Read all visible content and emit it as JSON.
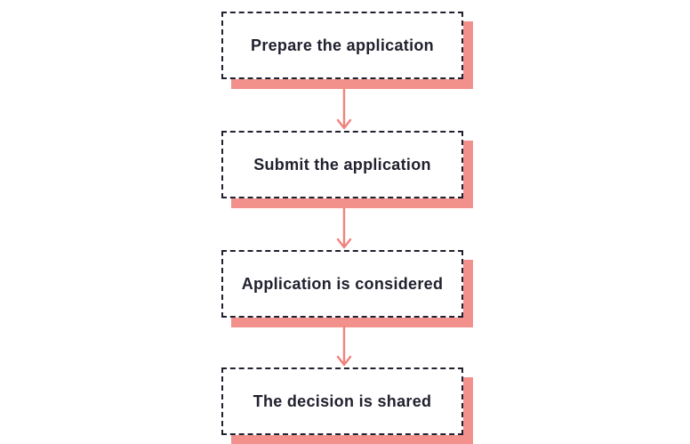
{
  "diagram": {
    "type": "flowchart",
    "orientation": "vertical",
    "steps": [
      {
        "label": "Prepare the application"
      },
      {
        "label": "Submit the application"
      },
      {
        "label": "Application is considered"
      },
      {
        "label": "The decision is shared"
      }
    ],
    "connectors": [
      {
        "from": 0,
        "to": 1,
        "style": "arrow-down"
      },
      {
        "from": 1,
        "to": 2,
        "style": "arrow-down"
      },
      {
        "from": 2,
        "to": 3,
        "style": "arrow-down"
      }
    ]
  },
  "colors": {
    "accent_pink": "#F2918B",
    "arrow_pink": "#F0837D",
    "ink": "#21212F",
    "paper": "#FFFFFF"
  }
}
